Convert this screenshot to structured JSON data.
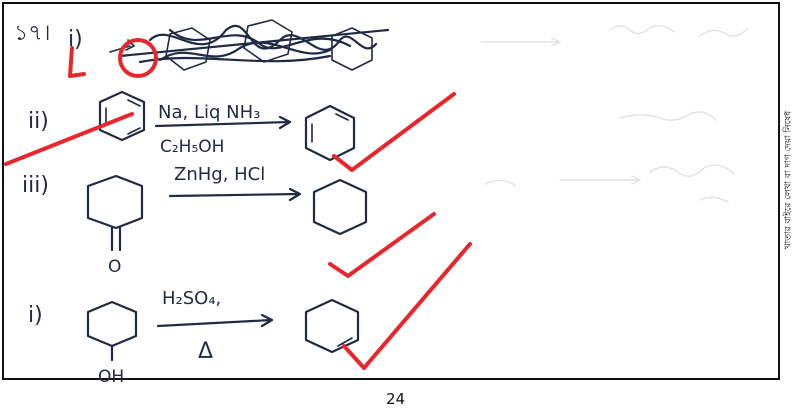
{
  "sheet": {
    "margin_note": "খাতার বাইরে লেখা বা দাগ দেয়া নিষেধ",
    "page_number": "24"
  },
  "answer": {
    "question_number": "১৭।",
    "parts": [
      {
        "label": "i)",
        "status": "struck-out"
      },
      {
        "label": "ii)",
        "reagent_top": "Na, Liq NH₃",
        "reagent_bottom": "C₂H₅OH",
        "grade": "check"
      },
      {
        "label": "iii)",
        "substituent": "O",
        "reagent_top": "ZnHg, HCl",
        "grade": "check"
      },
      {
        "label": "i)",
        "substituent": "OH",
        "reagent_top": "H₂SO₄,",
        "reagent_bottom": "Δ",
        "grade": "check"
      }
    ]
  },
  "colors": {
    "ink": "#1f2a44",
    "grader_ink": "#e8262b",
    "bleed_through": "#c9ccd3"
  }
}
